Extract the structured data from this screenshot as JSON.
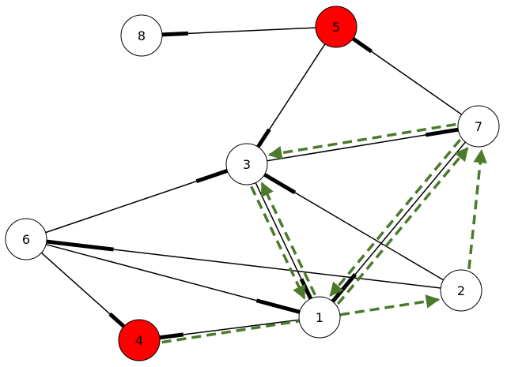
{
  "graph": {
    "colors": {
      "node_fill": "#ffffff",
      "node_highlight": "#ff0000",
      "node_stroke": "#000000",
      "edge": "#000000",
      "arrow": "#4a7a2a",
      "background": "#ffffff"
    },
    "nodes": [
      {
        "id": "1",
        "label": "1",
        "highlighted": false
      },
      {
        "id": "2",
        "label": "2",
        "highlighted": false
      },
      {
        "id": "3",
        "label": "3",
        "highlighted": false
      },
      {
        "id": "4",
        "label": "4",
        "highlighted": true
      },
      {
        "id": "5",
        "label": "5",
        "highlighted": true
      },
      {
        "id": "6",
        "label": "6",
        "highlighted": false
      },
      {
        "id": "7",
        "label": "7",
        "highlighted": false
      },
      {
        "id": "8",
        "label": "8",
        "highlighted": false
      }
    ],
    "edges": [
      {
        "from": "8",
        "to": "5",
        "thick_end": "8"
      },
      {
        "from": "5",
        "to": "7",
        "thick_end": "5"
      },
      {
        "from": "5",
        "to": "3",
        "thick_end": "3"
      },
      {
        "from": "7",
        "to": "3",
        "thick_end": "7"
      },
      {
        "from": "7",
        "to": "1",
        "thick_end": "1"
      },
      {
        "from": "3",
        "to": "1",
        "thick_end": "1"
      },
      {
        "from": "3",
        "to": "2",
        "thick_end": "3"
      },
      {
        "from": "3",
        "to": "6",
        "thick_end": "3"
      },
      {
        "from": "6",
        "to": "2",
        "thick_end": "6"
      },
      {
        "from": "6",
        "to": "1",
        "thick_end": "1"
      },
      {
        "from": "6",
        "to": "4",
        "thick_end": "4"
      },
      {
        "from": "4",
        "to": "1",
        "thick_end": "4"
      }
    ],
    "arrows": [
      {
        "from": "7",
        "to": "3"
      },
      {
        "from": "3",
        "to": "1"
      },
      {
        "from": "1",
        "to": "3"
      },
      {
        "from": "1",
        "to": "7"
      },
      {
        "from": "7",
        "to": "1"
      },
      {
        "from": "2",
        "to": "7"
      },
      {
        "from": "4",
        "to": "2"
      }
    ]
  }
}
